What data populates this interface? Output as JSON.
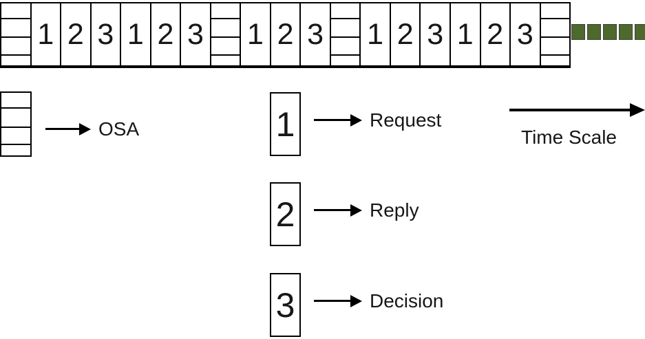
{
  "strip": {
    "cells": [
      "osa",
      "1",
      "2",
      "3",
      "1",
      "2",
      "3",
      "osa",
      "1",
      "2",
      "3",
      "osa",
      "1",
      "2",
      "3",
      "1",
      "2",
      "3",
      "osa"
    ],
    "continuation_squares": 5,
    "square_color": "#4e692c"
  },
  "legend": {
    "osa_label": "OSA",
    "items": [
      {
        "symbol": "1",
        "label": "Request"
      },
      {
        "symbol": "2",
        "label": "Reply"
      },
      {
        "symbol": "3",
        "label": "Decision"
      }
    ]
  },
  "time_scale_label": "Time Scale"
}
